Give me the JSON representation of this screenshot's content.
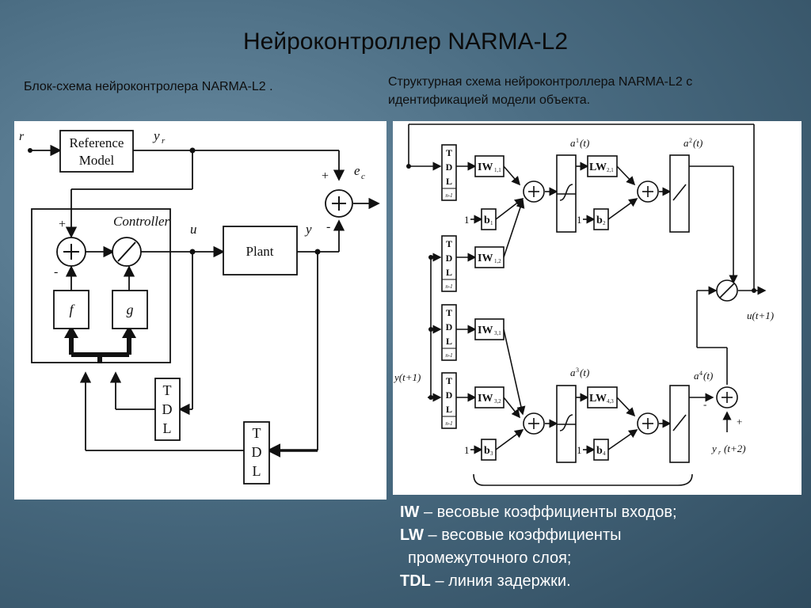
{
  "slide": {
    "title": "Нейроконтроллер NARMA-L2",
    "left_caption": "Блок-схема нейроконтролера NARMA-L2 .",
    "right_caption_line1": "Структурная схема нейроконтроллера NARMA-L2 с",
    "right_caption_line2": "идентификацией модели объекта."
  },
  "block_diagram": {
    "r": "r",
    "ref_model_1": "Reference",
    "ref_model_2": "Model",
    "yr": "y",
    "yr_sub": "r",
    "ec": "e",
    "ec_sub": "c",
    "plus": "+",
    "minus": "-",
    "controller": "Controller",
    "u": "u",
    "plant": "Plant",
    "y": "y",
    "f": "f",
    "g": "g",
    "tdl_t": "T",
    "tdl_d": "D",
    "tdl_l": "L"
  },
  "structure_diagram": {
    "tdl_t": "T",
    "tdl_d": "D",
    "tdl_l": "L",
    "tdl_n1": "n-1",
    "iw11": "IW",
    "iw11_sub": "1,1",
    "iw12": "IW",
    "iw12_sub": "1,2",
    "iw31": "IW",
    "iw31_sub": "3,1",
    "iw32": "IW",
    "iw32_sub": "3,2",
    "b1": "b",
    "b1_sub": "1",
    "b2": "b",
    "b2_sub": "2",
    "b3": "b",
    "b3_sub": "3",
    "b4": "b",
    "b4_sub": "4",
    "lw21": "LW",
    "lw21_sub": "2,1",
    "lw43": "LW",
    "lw43_sub": "4,3",
    "one": "1",
    "a1": "a",
    "a1_sup": "1",
    "a1_t": "(t)",
    "a2": "a",
    "a2_sup": "2",
    "a2_t": "(t)",
    "a3": "a",
    "a3_sup": "3",
    "a3_t": "(t)",
    "a4": "a",
    "a4_sup": "4",
    "a4_t": "(t)",
    "ut1": "u(t+1)",
    "yt1": "y(t+1)",
    "yrt2": "y",
    "yrt2_sub": "r",
    "yrt2_t": "(t+2)",
    "plus": "+",
    "minus": "-"
  },
  "legend": {
    "iw_key": "IW",
    "iw_text": " – весовые коэффициенты входов;",
    "lw_key": "LW",
    "lw_text": " – весовые коэффициенты",
    "lw_text2": "промежуточного слоя;",
    "tdl_key": "TDL",
    "tdl_text": " – линия задержки."
  }
}
